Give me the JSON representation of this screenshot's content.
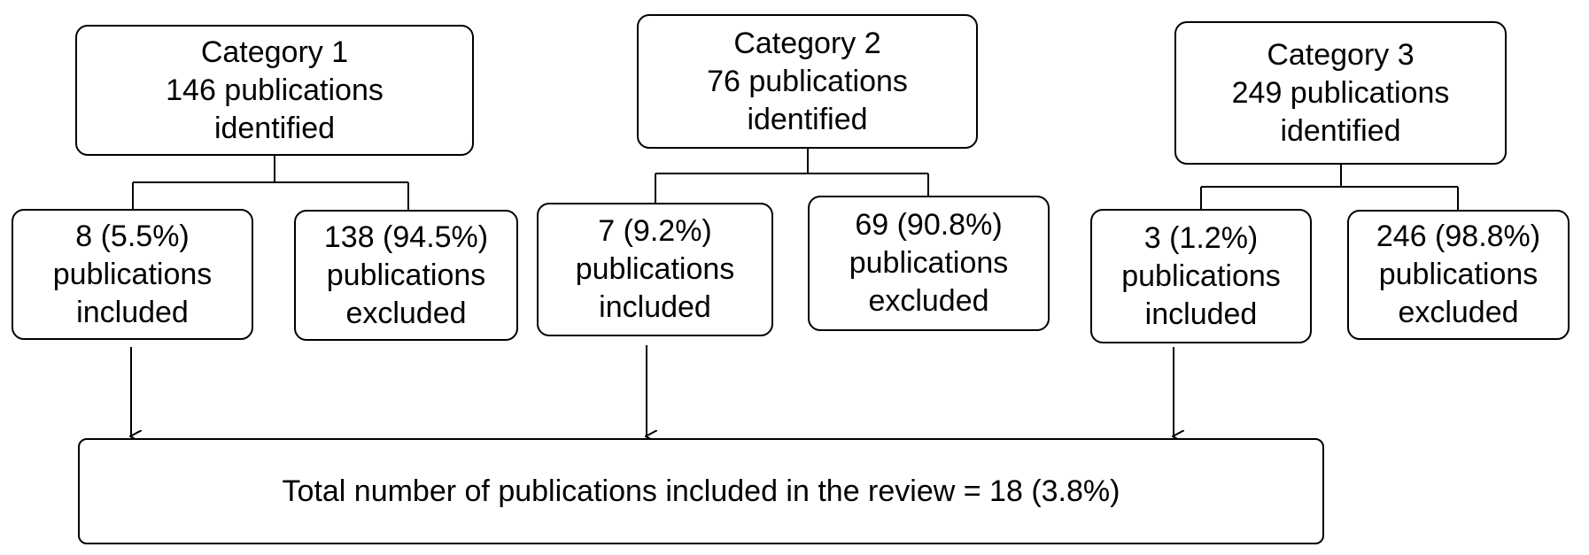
{
  "categories": [
    {
      "title": "Category 1",
      "identified": "146 publications",
      "identified_suffix": "identified",
      "included": {
        "line1": "8 (5.5%)",
        "line2": "publications",
        "line3": "included"
      },
      "excluded": {
        "line1": "138 (94.5%)",
        "line2": "publications",
        "line3": "excluded"
      }
    },
    {
      "title": "Category 2",
      "identified": "76 publications",
      "identified_suffix": "identified",
      "included": {
        "line1": "7 (9.2%)",
        "line2": "publications",
        "line3": "included"
      },
      "excluded": {
        "line1": "69 (90.8%)",
        "line2": "publications",
        "line3": "excluded"
      }
    },
    {
      "title": "Category 3",
      "identified": "249 publications",
      "identified_suffix": "identified",
      "included": {
        "line1": "3 (1.2%)",
        "line2": "publications",
        "line3": "included"
      },
      "excluded": {
        "line1": "246 (98.8%)",
        "line2": "publications",
        "line3": "excluded"
      }
    }
  ],
  "total": {
    "label": "Total number of publications included in the review = 18 (3.8%)"
  },
  "colors": {
    "line": "#000000",
    "background": "#ffffff"
  }
}
